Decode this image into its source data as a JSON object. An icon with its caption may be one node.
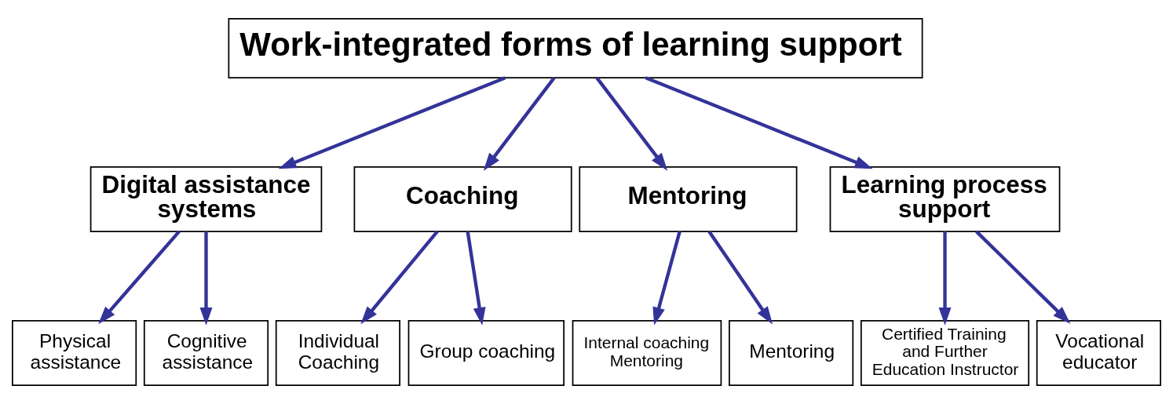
{
  "diagram": {
    "nodes": [
      {
        "text": [
          "Work-integrated forms of learning support"
        ]
      },
      {
        "text": [
          "Digital assistance systems"
        ]
      },
      {
        "text": [
          "Coaching"
        ]
      },
      {
        "text": [
          "Mentoring"
        ]
      },
      {
        "text": [
          "Learning process support"
        ]
      },
      {
        "text": [
          "Physical assistance"
        ]
      },
      {
        "text": [
          "Cognitive assistance"
        ]
      },
      {
        "text": [
          "Individual Coaching"
        ]
      },
      {
        "text": [
          "Group coaching"
        ]
      },
      {
        "text": [
          "Internal coaching Mentoring"
        ]
      },
      {
        "text": [
          "Mentoring"
        ]
      },
      {
        "text": [
          "Certified Training and Further Education Instructor"
        ]
      },
      {
        "text": [
          "Vocational educator"
        ]
      }
    ],
    "edges": [
      {
        "from": 0,
        "to": 1,
        "arrow": "to"
      },
      {
        "from": 0,
        "to": 2,
        "arrow": "to"
      },
      {
        "from": 0,
        "to": 3,
        "arrow": "to"
      },
      {
        "from": 0,
        "to": 4,
        "arrow": "to"
      },
      {
        "from": 1,
        "to": 5,
        "arrow": "to"
      },
      {
        "from": 1,
        "to": 6,
        "arrow": "to"
      },
      {
        "from": 2,
        "to": 7,
        "arrow": "to"
      },
      {
        "from": 2,
        "to": 8,
        "arrow": "to"
      },
      {
        "from": 3,
        "to": 9,
        "arrow": "to"
      },
      {
        "from": 3,
        "to": 10,
        "arrow": "to"
      },
      {
        "from": 4,
        "to": 11,
        "arrow": "to"
      },
      {
        "from": 4,
        "to": 12,
        "arrow": "to"
      }
    ]
  }
}
